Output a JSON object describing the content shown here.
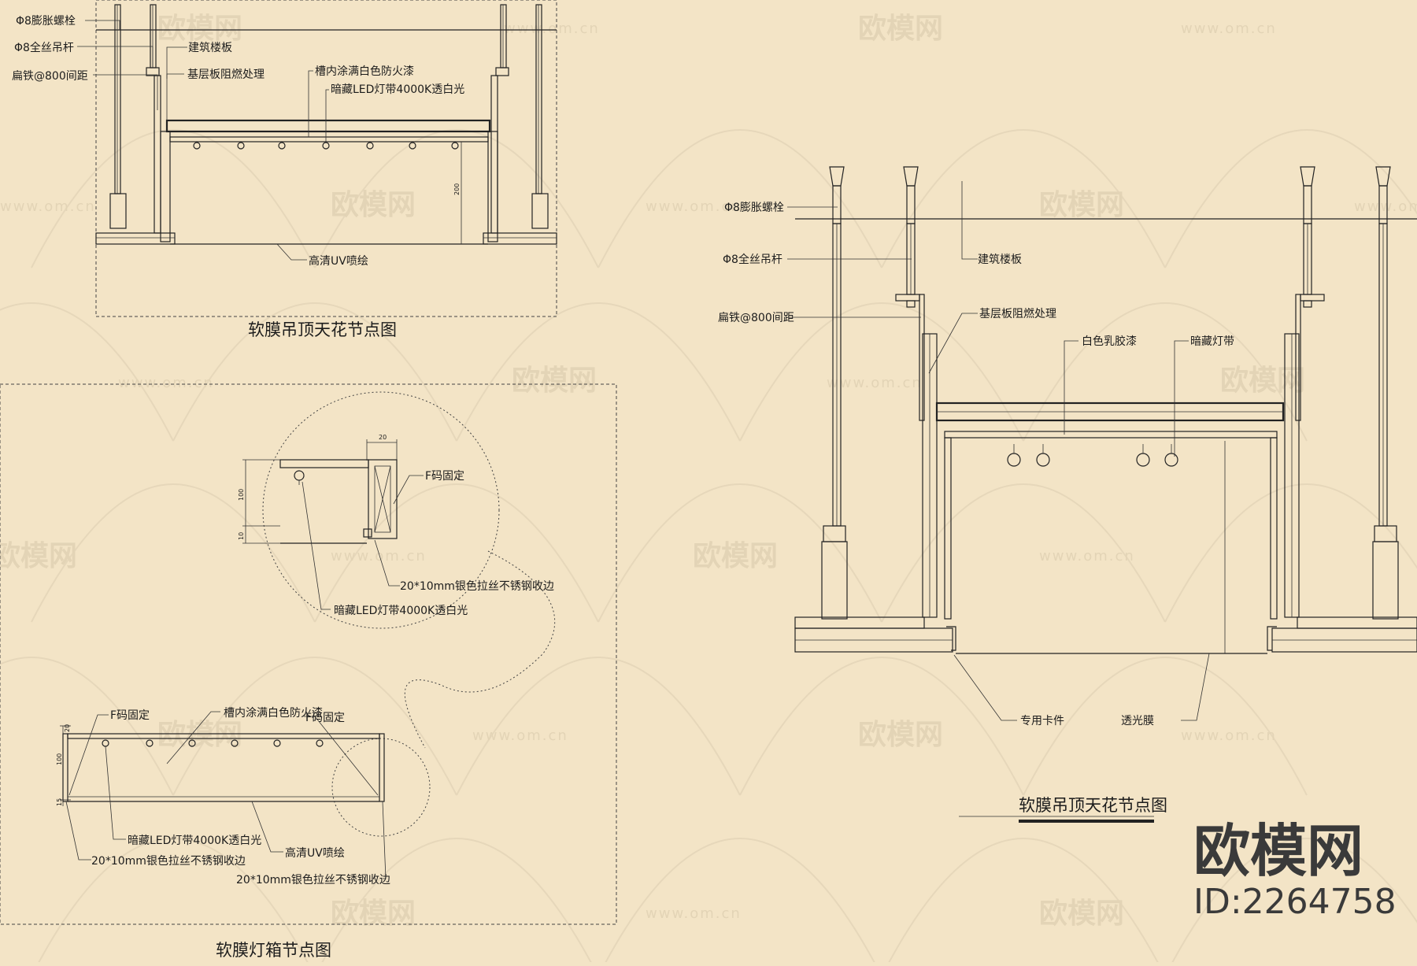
{
  "watermarks": {
    "brand": "欧模网",
    "url": "www.om.cn"
  },
  "brand": {
    "name": "欧模网",
    "id": "ID:2264758"
  },
  "diagram_a": {
    "title": "软膜吊顶天花节点图",
    "labels": {
      "expansion_bolt": "Φ8膨胀螺栓",
      "hanger_rod": "Φ8全丝吊杆",
      "flat_iron": "扁铁@800间距",
      "floor_slab": "建筑楼板",
      "base_board": "基层板阻燃处理",
      "groove_paint": "槽内涂满白色防火漆",
      "led_strip": "暗藏LED灯带4000K透白光",
      "uv_print": "高清UV喷绘",
      "dim_height": "200"
    }
  },
  "diagram_b": {
    "title": "软膜灯箱节点图",
    "labels": {
      "f_clip_1": "F码固定",
      "f_clip_2": "F码固定",
      "f_clip_3": "F码固定",
      "trim_1": "20*10mm银色拉丝不锈钢收边",
      "trim_2": "20*10mm银色拉丝不锈钢收边",
      "trim_3": "20*10mm银色拉丝不锈钢收边",
      "led_1": "暗藏LED灯带4000K透白光",
      "led_2": "暗藏LED灯带4000K透白光",
      "groove_paint": "槽内涂满白色防火漆",
      "uv_print": "高清UV喷绘",
      "dim_20": "20",
      "dim_100": "100",
      "dim_10": "10",
      "dim_20b": "20",
      "dim_100b": "100",
      "dim_15": "15"
    }
  },
  "diagram_c": {
    "title": "软膜吊顶天花节点图",
    "labels": {
      "expansion_bolt": "Φ8膨胀螺栓",
      "hanger_rod": "Φ8全丝吊杆",
      "flat_iron": "扁铁@800间距",
      "floor_slab": "建筑楼板",
      "base_board": "基层板阻燃处理",
      "latex_paint": "白色乳胶漆",
      "hidden_strip": "暗藏灯带",
      "special_clip": "专用卡件",
      "translucent_film": "透光膜"
    }
  }
}
